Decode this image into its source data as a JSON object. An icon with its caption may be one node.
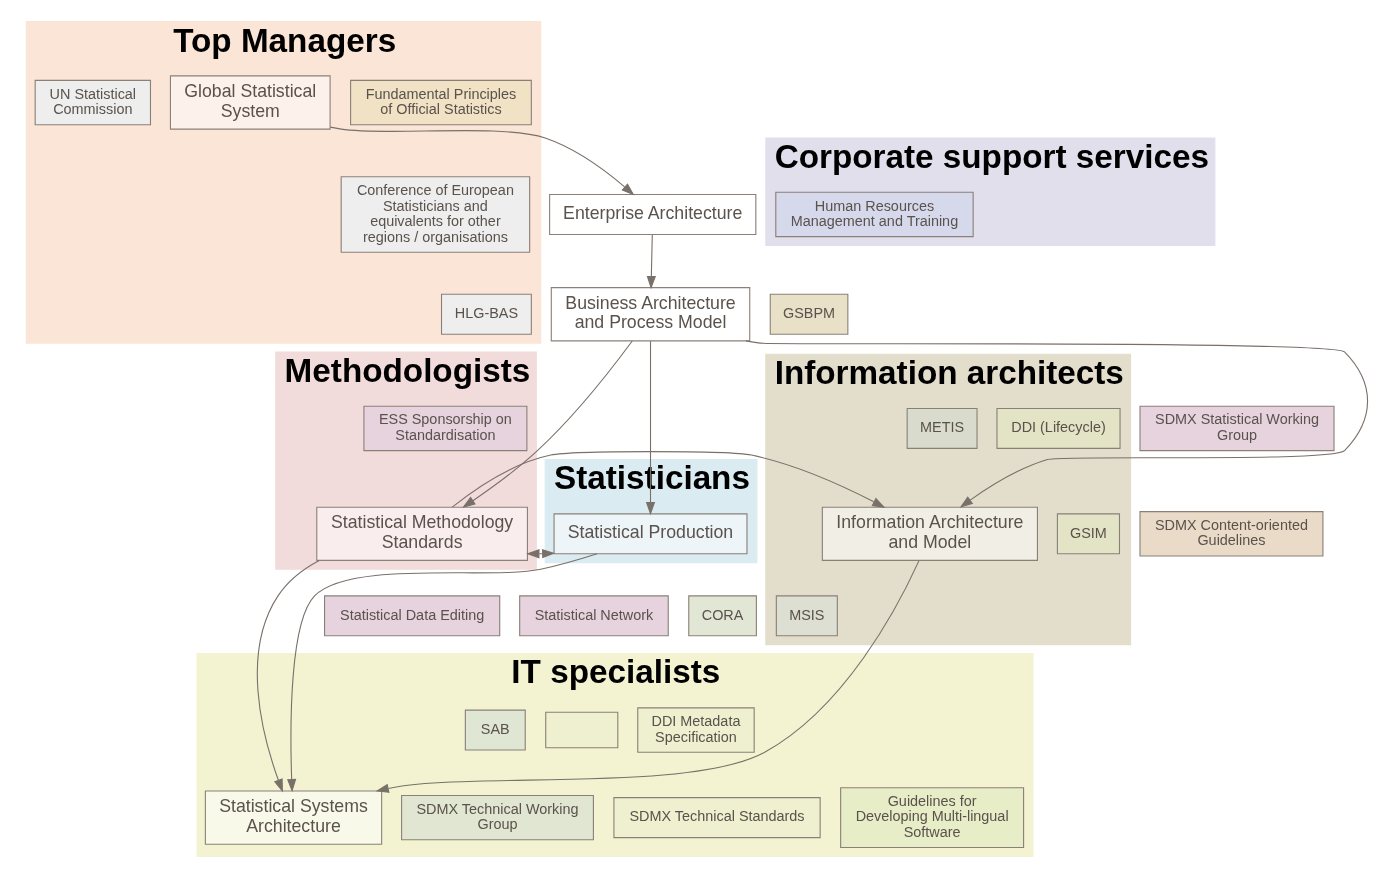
{
  "diagram": {
    "nodes": [
      {
        "text": [
          "Top Managers"
        ]
      },
      {
        "text": [
          "UN Statistical Commission"
        ],
        "in": 0
      },
      {
        "text": [
          "Conference of European Statisticians and equivalents for other regions / organisations"
        ],
        "in": 0
      },
      {
        "text": [
          "Global Statistical System"
        ],
        "in": 0
      },
      {
        "text": [
          "Fundamental Principles of Official Statistics"
        ],
        "in": 0
      },
      {
        "text": [
          "HLG-BAS"
        ],
        "in": 0
      },
      {
        "text": [
          "Enterprise Architecture"
        ]
      },
      {
        "text": [
          "Corporate support services"
        ]
      },
      {
        "text": [
          "Human Resources Management and Training"
        ],
        "in": 7
      },
      {
        "text": [
          "Business Architecture and Process Model"
        ]
      },
      {
        "text": [
          "GSBPM"
        ]
      },
      {
        "text": [
          "Statisticians"
        ]
      },
      {
        "text": [
          "Statistical Production"
        ],
        "in": 11
      },
      {
        "text": [
          "Methodologists"
        ]
      },
      {
        "text": [
          "ESS Sponsorship on Standardisation"
        ],
        "in": 13
      },
      {
        "text": [
          "Statistical Methodology Standards"
        ],
        "in": 13
      },
      {
        "text": [
          "SDMX Statistical Working Group"
        ]
      },
      {
        "text": [
          "SDMX Content-oriented Guidelines"
        ]
      },
      {
        "text": [
          "Statistical Data Editing"
        ]
      },
      {
        "text": [
          "Statistical Network"
        ]
      },
      {
        "text": [
          "Information architects"
        ]
      },
      {
        "text": [
          "METIS"
        ],
        "in": 20
      },
      {
        "text": [
          "DDI (Lifecycle)"
        ],
        "in": 20
      },
      {
        "text": [
          "Information Architecture and Model"
        ],
        "in": 20
      },
      {
        "text": [
          "GSIM"
        ],
        "in": 20
      },
      {
        "text": [
          "CORA"
        ]
      },
      {
        "text": [
          "MSIS"
        ],
        "in": 20
      },
      {
        "text": [
          "IT specialists"
        ]
      },
      {
        "text": [
          "SAB"
        ],
        "in": 27
      },
      {
        "text": [],
        "shape": "box",
        "in": 27
      },
      {
        "text": [
          "DDI Metadata Specification"
        ],
        "in": 27
      },
      {
        "text": [
          "Guidelines for Developing Multi-lingual Software"
        ],
        "in": 27
      },
      {
        "text": [
          "Statistical Systems Architecture"
        ],
        "in": 27
      },
      {
        "text": [
          "SDMX Technical Working Group"
        ],
        "in": 27
      },
      {
        "text": [
          "SDMX Technical Standards"
        ],
        "in": 27
      }
    ],
    "edges": [
      {
        "from": 3,
        "to": 6,
        "arrow": "to"
      },
      {
        "from": 6,
        "to": 9,
        "arrow": "to"
      },
      {
        "from": 9,
        "to": 12,
        "arrow": "to"
      },
      {
        "from": 9,
        "to": 15,
        "arrow": "to"
      },
      {
        "from": 9,
        "to": 23,
        "arrow": "to"
      },
      {
        "from": 12,
        "to": 15,
        "arrow": "both"
      },
      {
        "from": 15,
        "to": 23,
        "arrow": "to"
      },
      {
        "from": 12,
        "to": 32,
        "arrow": "to"
      },
      {
        "from": 15,
        "to": 32,
        "arrow": "to"
      },
      {
        "from": 23,
        "to": 32,
        "arrow": "to"
      }
    ]
  }
}
